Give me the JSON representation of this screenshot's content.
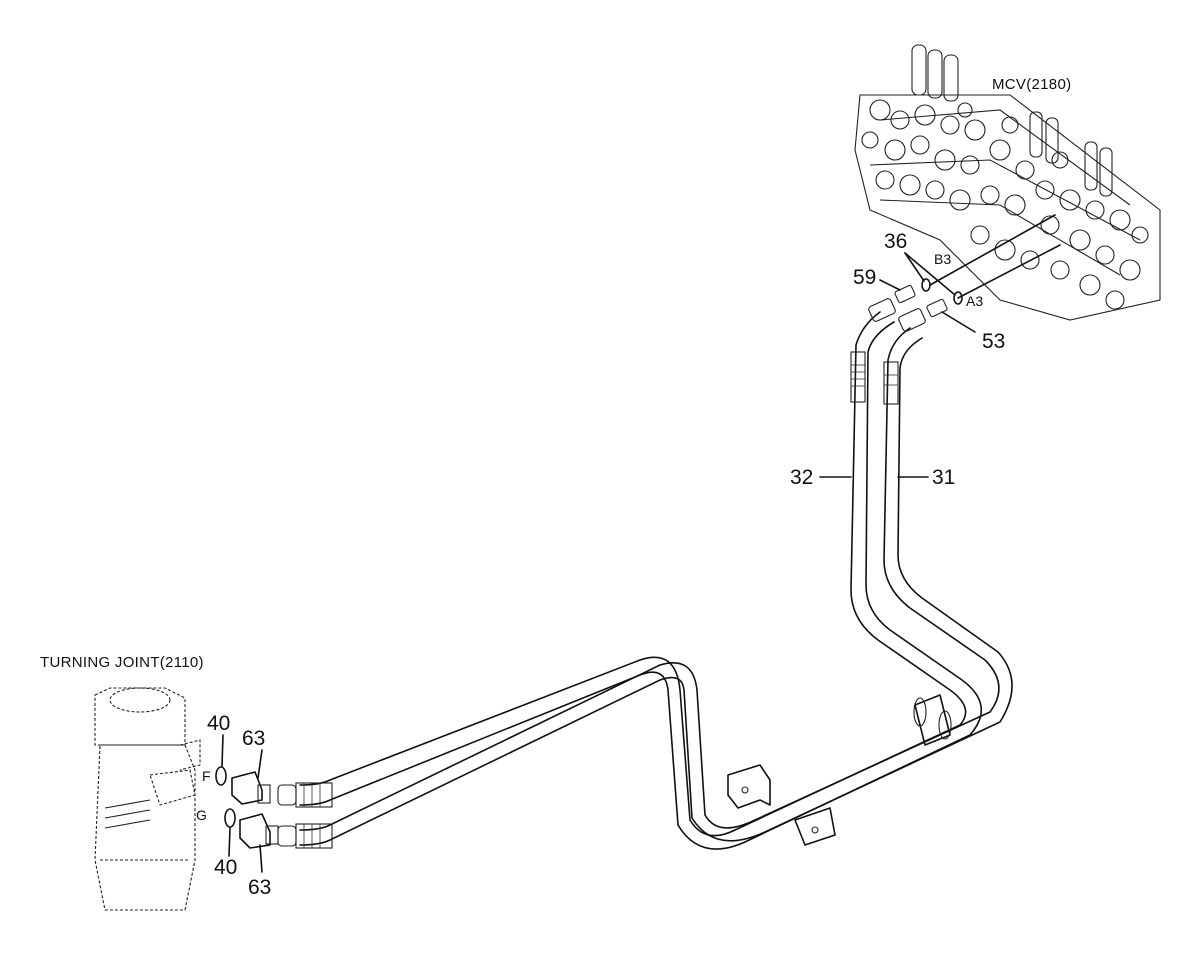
{
  "components": {
    "mcv": "MCV(2180)",
    "turning_joint": "TURNING JOINT(2110)"
  },
  "ports": {
    "b3": "B3",
    "a3": "A3",
    "f": "F",
    "g": "G"
  },
  "parts": {
    "p36": "36",
    "p59": "59",
    "p53": "53",
    "p32": "32",
    "p31": "31",
    "p40_top": "40",
    "p63_top": "63",
    "p40_bottom": "40",
    "p63_bottom": "63"
  },
  "colors": {
    "line": "#111111",
    "background": "#ffffff"
  }
}
